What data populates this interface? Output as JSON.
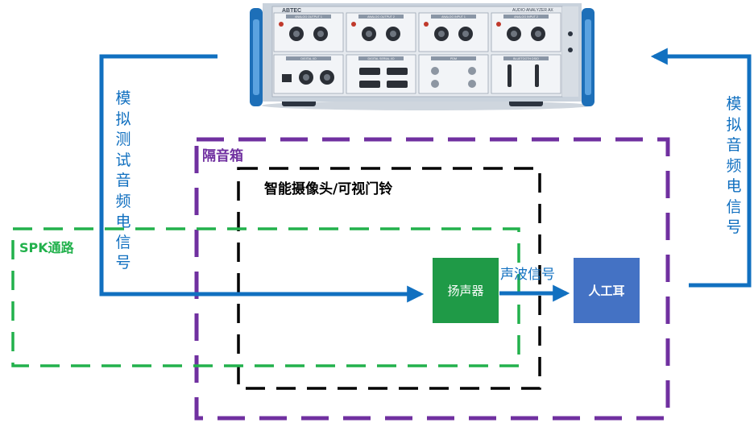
{
  "device": {
    "brand": "ABTEC",
    "model": "AUDIO ANALYZER AX",
    "panel_top_labels": [
      "ANALOG OUTPUT 1",
      "ANALOG OUTPUT 2",
      "ANALOG INPUT 1",
      "ANALOG INPUT 2"
    ],
    "panel_bottom_labels": [
      "DIGITAL I/O",
      "DIGITAL SERIAL I/O",
      "PDM",
      "BLUETOOTH DSIO"
    ]
  },
  "left_signal_label": "模拟测试音频电信号",
  "right_signal_label": "模拟音频电信号",
  "chamber_label": "隔音箱",
  "dut_label": "智能摄像头/可视门铃",
  "spk_path_label": "SPK通路",
  "speaker_label": "扬声器",
  "sound_wave_label": "声波信号",
  "artificial_ear_label": "人工耳",
  "colors": {
    "arrow_blue": "#1170c0",
    "chamber_purple": "#7030a0",
    "spk_green": "#22b14c",
    "speaker_fill": "#1f9a47",
    "ear_fill": "#4472c4",
    "dut_border": "#000000",
    "device_body": "#dde3ea",
    "device_handle": "#1d6fb8"
  }
}
